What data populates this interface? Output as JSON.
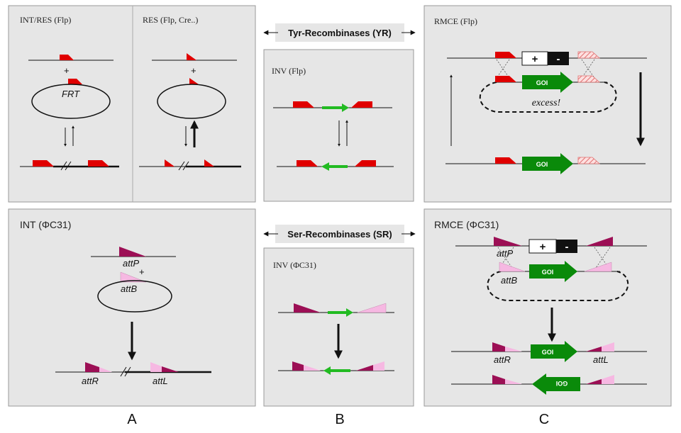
{
  "headers": {
    "tyr": "Tyr-Recombinases (YR)",
    "ser": "Ser-Recombinases (SR)"
  },
  "panels": {
    "int_res_flp": "INT/RES (Flp)",
    "res_flp_cre": "RES (Flp, Cre..)",
    "inv_flp": "INV (Flp)",
    "rmce_flp": "RMCE (Flp)",
    "int_phic31": "INT (ΦC31)",
    "inv_phic31": "INV (ΦC31)",
    "rmce_phic31": "RMCE (ΦC31)"
  },
  "labels": {
    "frt": "FRT",
    "attP": "attP",
    "attB": "attB",
    "attR": "attR",
    "attL": "attL",
    "goi": "GOI",
    "excess": "excess!",
    "plus": "+",
    "minus": "-"
  },
  "sections": [
    "A",
    "B",
    "C"
  ],
  "colors": {
    "frt_red": "#e00000",
    "goi_green": "#0a8a0a",
    "inv_green": "#22bb22",
    "att_dark": "#9c0f55",
    "att_light": "#f6b8e2",
    "hatch": "#e07070",
    "panel_bg": "#e6e6e6"
  }
}
